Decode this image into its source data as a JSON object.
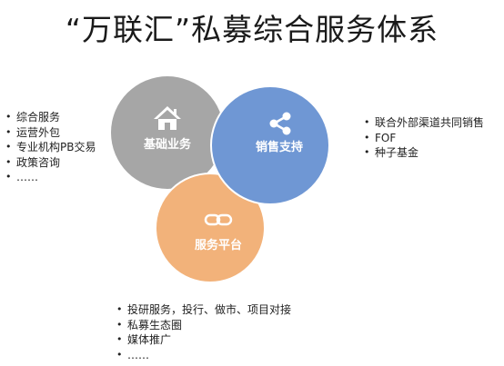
{
  "title": "“万联汇”私募综合服务体系",
  "colors": {
    "gray": "#a6a6a6",
    "blue": "#6f97d4",
    "orange": "#f2b27a",
    "white": "#ffffff"
  },
  "circles": [
    {
      "label": "基础业务",
      "icon": "home-icon"
    },
    {
      "label": "销售支持",
      "icon": "share-icon"
    },
    {
      "label": "服务平台",
      "icon": "link-icon"
    }
  ],
  "lists": {
    "left": [
      "综合服务",
      "运营外包",
      "专业机构PB交易",
      "政策咨询",
      "……"
    ],
    "right": [
      "联合外部渠道共同销售",
      "FOF",
      "种子基金"
    ],
    "bottom": [
      "投研服务，投行、做市、项目对接",
      "私募生态圈",
      "媒体推广",
      "……"
    ]
  }
}
